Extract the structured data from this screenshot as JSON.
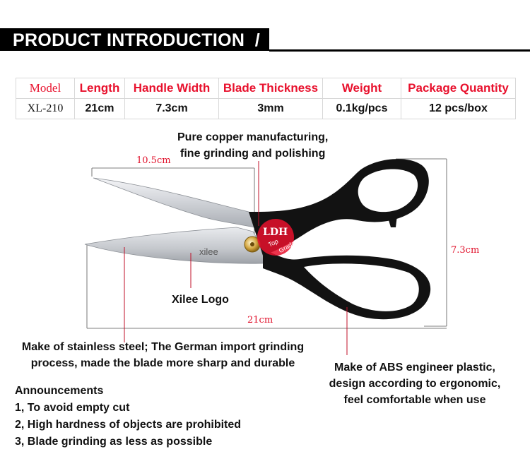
{
  "banner": {
    "title": "PRODUCT INTRODUCTION",
    "slash": "/"
  },
  "spec_table": {
    "headers": [
      "Model",
      "Length",
      "Handle Width",
      "Blade Thickness",
      "Weight",
      "Package Quantity"
    ],
    "values": [
      "XL-210",
      "21cm",
      "7.3cm",
      "3mm",
      "0.1kg/pcs",
      "12 pcs/box"
    ]
  },
  "callouts": {
    "copper_line1": "Pure copper manufacturing,",
    "copper_line2": "fine grinding and polishing",
    "logo": "Xilee Logo",
    "steel_line1": "Make of stainless steel; The German import grinding",
    "steel_line2": "process, made the blade more sharp and durable",
    "abs_line1": "Make of ABS engineer plastic,",
    "abs_line2": "design according to ergonomic,",
    "abs_line3": "feel comfortable when use"
  },
  "dimensions": {
    "blade_length": "10.5cm",
    "height": "7.3cm",
    "total_length": "21cm"
  },
  "product": {
    "blade_brand": "xilee",
    "badge_line1": "LDH",
    "badge_line2": "Top",
    "badge_line3": "Grade"
  },
  "announcements": {
    "title": "Announcements",
    "items": [
      "1, To avoid empty cut",
      "2, High hardness of objects are prohibited",
      "3, Blade grinding as less as possible"
    ]
  },
  "colors": {
    "accent": "#e8112d",
    "handle": "#111111",
    "blade": "#d6d8dc"
  }
}
